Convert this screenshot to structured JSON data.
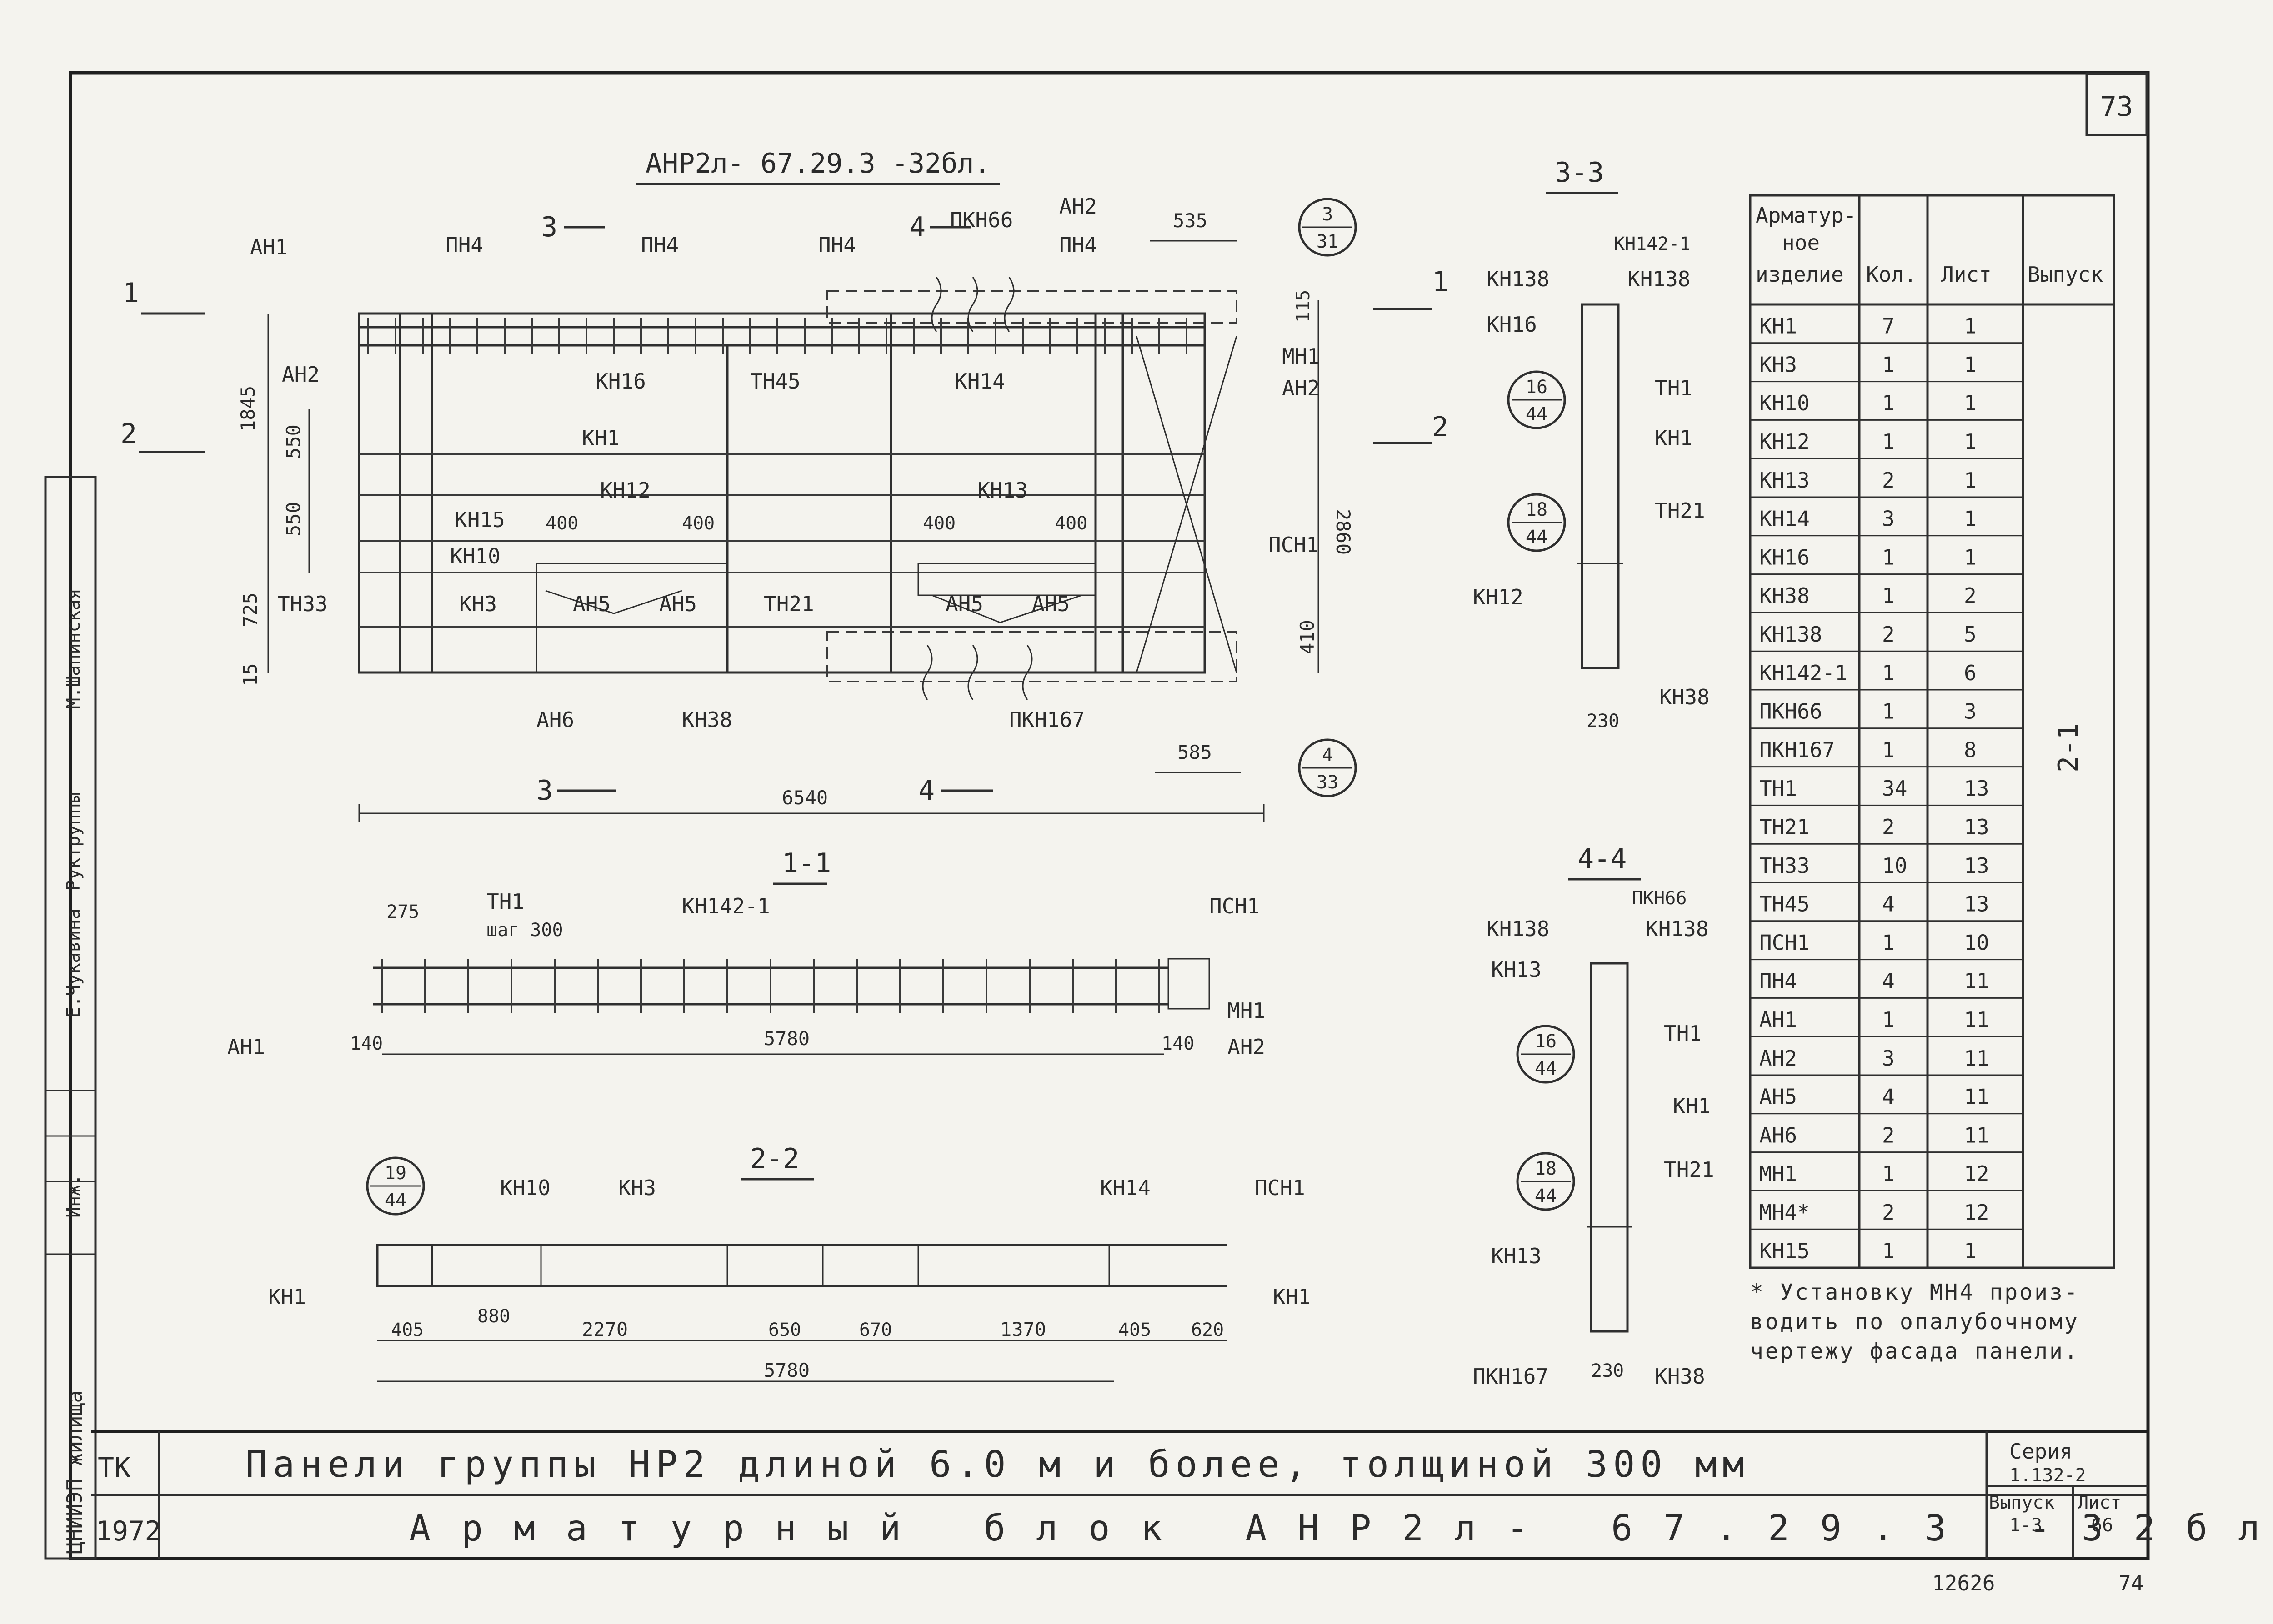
{
  "sheet_corner_number": "73",
  "main_view": {
    "title": "АНР2л- 67.29.3 -32бл.",
    "labels": {
      "ah1": "АН1",
      "ah2_left": "АН2",
      "pn4_a": "ПН4",
      "pn4_b": "ПН4",
      "pn4_c": "ПН4",
      "pn4_d": "ПН4",
      "ah2_top": "АН2",
      "pkn66": "ПКН66",
      "kn16": "КН16",
      "tn45": "ТН45",
      "kn14": "КН14",
      "mn1": "МН1",
      "ah2_right": "АН2",
      "kn1": "КН1",
      "kn12": "КН12",
      "kn13": "КН13",
      "kn15": "КН15",
      "kn10": "КН10",
      "tn33": "ТН33",
      "kn3": "КН3",
      "ah5_a": "АН5",
      "ah5_b": "АН5",
      "ah5_c": "АН5",
      "ah5_d": "АН5",
      "tn21": "ТН21",
      "psn1": "ПСН1",
      "ah6": "АН6",
      "kn38": "КН38",
      "pkn167": "ПКН167"
    },
    "section_marks": {
      "s1": "1",
      "s2": "2",
      "s3_top": "3",
      "s4_top": "4",
      "s3_bottom": "3",
      "s4_bottom": "4",
      "s1_right": "1",
      "s2_right": "2"
    },
    "dims": {
      "overall_length": "6540",
      "h1845": "1845",
      "h550a": "550",
      "h550b": "550",
      "h725": "725",
      "h15": "15",
      "h2860": "2860",
      "d535": "535",
      "d585": "585",
      "d400a": "400",
      "d400b": "400",
      "d400c": "400",
      "d400d": "400",
      "d410": "410",
      "d115": "115"
    },
    "callout_top": {
      "num": "3",
      "den": "31"
    },
    "callout_bottom": {
      "num": "4",
      "den": "33"
    }
  },
  "section_1_1": {
    "title": "1-1",
    "labels": {
      "tn1": "ТН1",
      "step": "шаг 300",
      "kn142": "КН142-1",
      "psn1": "ПСН1",
      "mn1": "МН1",
      "ah1": "АН1",
      "ah2": "АН2"
    },
    "dims": {
      "d275": "275",
      "d5780": "5780",
      "d140a": "140",
      "d140b": "140"
    }
  },
  "section_2_2": {
    "title": "2-2",
    "callout": {
      "num": "19",
      "den": "44"
    },
    "labels": {
      "kn10": "КН10",
      "kn3": "КН3",
      "kn14": "КН14",
      "psn1": "ПСН1",
      "kn1_left": "КН1",
      "kn1_right": "КН1"
    },
    "dims": {
      "d405a": "405",
      "d880": "880",
      "d2270": "2270",
      "d650": "650",
      "d670": "670",
      "d1370": "1370",
      "d405b": "405",
      "d620": "620",
      "d5780": "5780"
    }
  },
  "section_3_3": {
    "title": "3-3",
    "labels": {
      "kn142": "КН142-1",
      "kn138_l": "КН138",
      "kn138_r": "КН138",
      "kn16": "КН16",
      "tn1": "ТН1",
      "kn1": "КН1",
      "tn21": "ТН21",
      "kn12": "КН12",
      "kn38": "КН38"
    },
    "callout_a": {
      "num": "16",
      "den": "44"
    },
    "callout_b": {
      "num": "18",
      "den": "44"
    },
    "dims": {
      "d230": "230"
    }
  },
  "section_4_4": {
    "title": "4-4",
    "labels": {
      "pkn66": "ПКН66",
      "kn138_l": "КН138",
      "kn138_r": "КН138",
      "kn13_top": "КН13",
      "tn1": "ТН1",
      "kn1": "КН1",
      "tn21": "ТН21",
      "kn13_bot": "КН13",
      "pkn167": "ПКН167",
      "kn38": "КН38"
    },
    "callout_a": {
      "num": "16",
      "den": "44"
    },
    "callout_b": {
      "num": "18",
      "den": "44"
    },
    "dims": {
      "d230": "230"
    }
  },
  "spec_table": {
    "headers": [
      "Арматур-ное изделие",
      "Кол.",
      "Лист",
      "Выпуск"
    ],
    "header_lines": [
      "Арматур-",
      "ное",
      "изделие"
    ],
    "vypusk_value": "2-1",
    "rows": [
      [
        "КН1",
        "7",
        "1"
      ],
      [
        "КН3",
        "1",
        "1"
      ],
      [
        "КН10",
        "1",
        "1"
      ],
      [
        "КН12",
        "1",
        "1"
      ],
      [
        "КН13",
        "2",
        "1"
      ],
      [
        "КН14",
        "3",
        "1"
      ],
      [
        "КН16",
        "1",
        "1"
      ],
      [
        "КН38",
        "1",
        "2"
      ],
      [
        "КН138",
        "2",
        "5"
      ],
      [
        "КН142-1",
        "1",
        "6"
      ],
      [
        "ПКН66",
        "1",
        "3"
      ],
      [
        "ПКН167",
        "1",
        "8"
      ],
      [
        "ТН1",
        "34",
        "13"
      ],
      [
        "ТН21",
        "2",
        "13"
      ],
      [
        "ТН33",
        "10",
        "13"
      ],
      [
        "ТН45",
        "4",
        "13"
      ],
      [
        "ПСН1",
        "1",
        "10"
      ],
      [
        "ПН4",
        "4",
        "11"
      ],
      [
        "АН1",
        "1",
        "11"
      ],
      [
        "АН2",
        "3",
        "11"
      ],
      [
        "АН5",
        "4",
        "11"
      ],
      [
        "АН6",
        "2",
        "11"
      ],
      [
        "МН1",
        "1",
        "12"
      ],
      [
        "МН4*",
        "2",
        "12"
      ],
      [
        "КН15",
        "1",
        "1"
      ]
    ]
  },
  "footnote": [
    "* Установку МН4 произ-",
    "водить по опалубочному",
    "чертежу фасада панели."
  ],
  "side_stamp": {
    "org": "ЦНИИЭП жилища",
    "role_inzh": "Инж.",
    "name1": "Е.Чукавина",
    "role2": "Руктруппы",
    "name2": "М.Шапинская"
  },
  "title_block": {
    "org_code": "ТК",
    "year": "1972",
    "title_line1": "Панели группы НР2 длиной 6.0 м и более, толщиной 300 мм",
    "title_line2": "Арматурный блок АНР2л- 67.29.3 -32бл.",
    "series_label": "Серия",
    "series_value": "1.132-2",
    "issue_label": "Выпуск",
    "issue_value": "1-3",
    "sheet_label": "Лист",
    "sheet_value": "66"
  },
  "bottom_numbers": {
    "left": "12626",
    "right": "74"
  }
}
